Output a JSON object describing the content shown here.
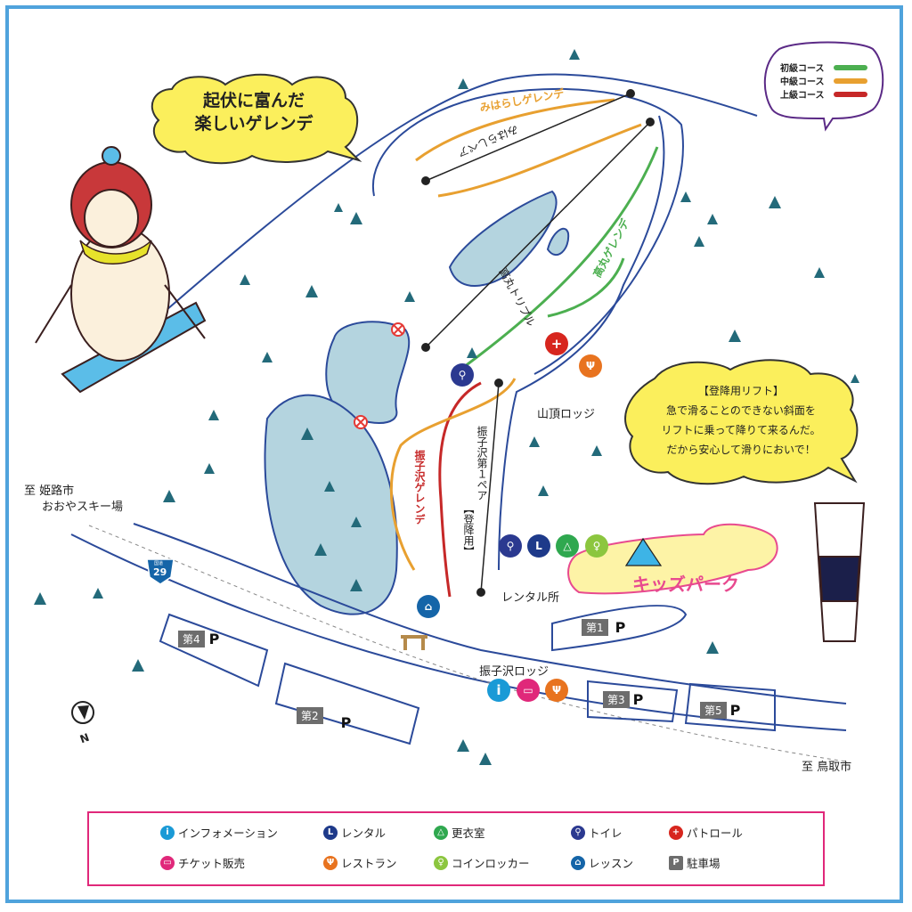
{
  "map": {
    "callout_top": {
      "line1": "起伏に富んだ",
      "line2": "楽しいゲレンデ"
    },
    "callout_right": {
      "title": "【登降用リフト】",
      "line1": "急で滑ることのできない斜面を",
      "line2": "リフトに乗って降りて来るんだ。",
      "line3": "だから安心して滑りにおいで！"
    },
    "course_legend": [
      {
        "label": "初級コース",
        "color": "#4caf50"
      },
      {
        "label": "中級コース",
        "color": "#e8a030"
      },
      {
        "label": "上級コース",
        "color": "#c62828"
      }
    ],
    "slopes": {
      "miharashi_slope": "みはらしゲレンデ",
      "miharashi_lift": "みはらしペア",
      "takamaru_slope": "高丸ゲレンデ",
      "takamaru_lift": "高丸トリプル",
      "furikozawa_slope": "振子沢ゲレンデ",
      "furikozawa_lift": "振子沢第１ペア",
      "furikozawa_lift_note": "【登降用】"
    },
    "places": {
      "summit_lodge": "山頂ロッジ",
      "rental_shop": "レンタル所",
      "kids_park": "キッズパーク",
      "furikozawa_lodge": "振子沢ロッジ",
      "to_himeji": "至 姫路市",
      "to_ooya": "おおやスキー場",
      "to_tottori": "至 鳥取市",
      "route_sign_top": "国道",
      "route_number": "29",
      "north": "N"
    },
    "parking": [
      {
        "label": "第1",
        "p": "P"
      },
      {
        "label": "第2",
        "p": "P"
      },
      {
        "label": "第3",
        "p": "P"
      },
      {
        "label": "第4",
        "p": "P"
      },
      {
        "label": "第5",
        "p": "P"
      }
    ],
    "facility_icons": {
      "info": "i",
      "patrol": "+",
      "lesson": "⌂",
      "parking": "P"
    }
  },
  "legend": {
    "items": [
      {
        "label": "インフォメーション",
        "color": "#1a9ad6",
        "glyph": "i"
      },
      {
        "label": "レンタル",
        "color": "#1e3a8a",
        "glyph": "L"
      },
      {
        "label": "更衣室",
        "color": "#2fa84f",
        "glyph": "△"
      },
      {
        "label": "トイレ",
        "color": "#2b3990",
        "glyph": "⚲"
      },
      {
        "label": "パトロール",
        "color": "#d7261e",
        "glyph": "+"
      },
      {
        "label": "チケット販売",
        "color": "#e0287a",
        "glyph": "▭"
      },
      {
        "label": "レストラン",
        "color": "#e8731f",
        "glyph": "Ψ"
      },
      {
        "label": "コインロッカー",
        "color": "#8cc63f",
        "glyph": "♀"
      },
      {
        "label": "レッスン",
        "color": "#1565a8",
        "glyph": "⌂"
      },
      {
        "label": "駐車場",
        "color": "#6d6d6d",
        "glyph": "P"
      }
    ]
  }
}
